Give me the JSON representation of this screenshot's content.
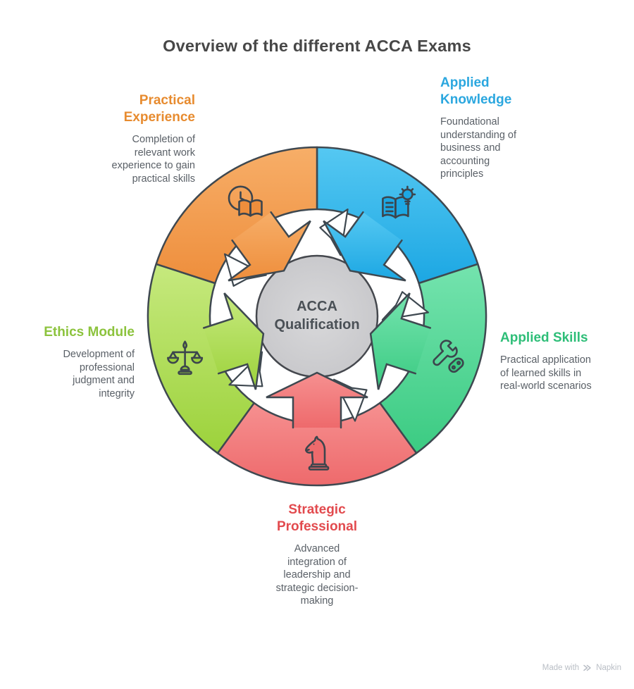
{
  "title": "Overview of the different ACCA Exams",
  "center": {
    "label": "ACCA\nQualification",
    "fill": "#CFCFD1",
    "stroke": "#45484E"
  },
  "outline_color": "#3E4850",
  "segments": [
    {
      "id": "applied-knowledge",
      "label": "Applied\nKnowledge",
      "description": "Foundational\nunderstanding of\nbusiness and\naccounting\nprinciples",
      "label_color": "#2BA7DF",
      "fill_light": "#55C8F2",
      "fill_dark": "#1CA7E3",
      "icon": "book-lightbulb-icon"
    },
    {
      "id": "applied-skills",
      "label": "Applied Skills",
      "description": "Practical application\nof learned skills in\nreal-world scenarios",
      "label_color": "#2EBE78",
      "fill_light": "#74E3AE",
      "fill_dark": "#3BCB82",
      "icon": "wrench-multitool-icon"
    },
    {
      "id": "strategic-professional",
      "label": "Strategic\nProfessional",
      "description": "Advanced\nintegration of\nleadership and\nstrategic decision-\nmaking",
      "label_color": "#E24A4E",
      "fill_light": "#F69090",
      "fill_dark": "#EE6A6C",
      "icon": "chess-knight-icon"
    },
    {
      "id": "ethics-module",
      "label": "Ethics Module",
      "description": "Development of\nprofessional\njudgment and\nintegrity",
      "label_color": "#8CC33D",
      "fill_light": "#C6E97E",
      "fill_dark": "#9CD23B",
      "icon": "scales-icon"
    },
    {
      "id": "practical-experience",
      "label": "Practical\nExperience",
      "description": "Completion of\nrelevant work\nexperience to gain\npractical skills",
      "label_color": "#E78B2F",
      "fill_light": "#F7AE68",
      "fill_dark": "#EE8E3C",
      "icon": "clock-book-icon"
    }
  ],
  "watermark": {
    "prefix": "Made with",
    "brand": "Napkin"
  }
}
